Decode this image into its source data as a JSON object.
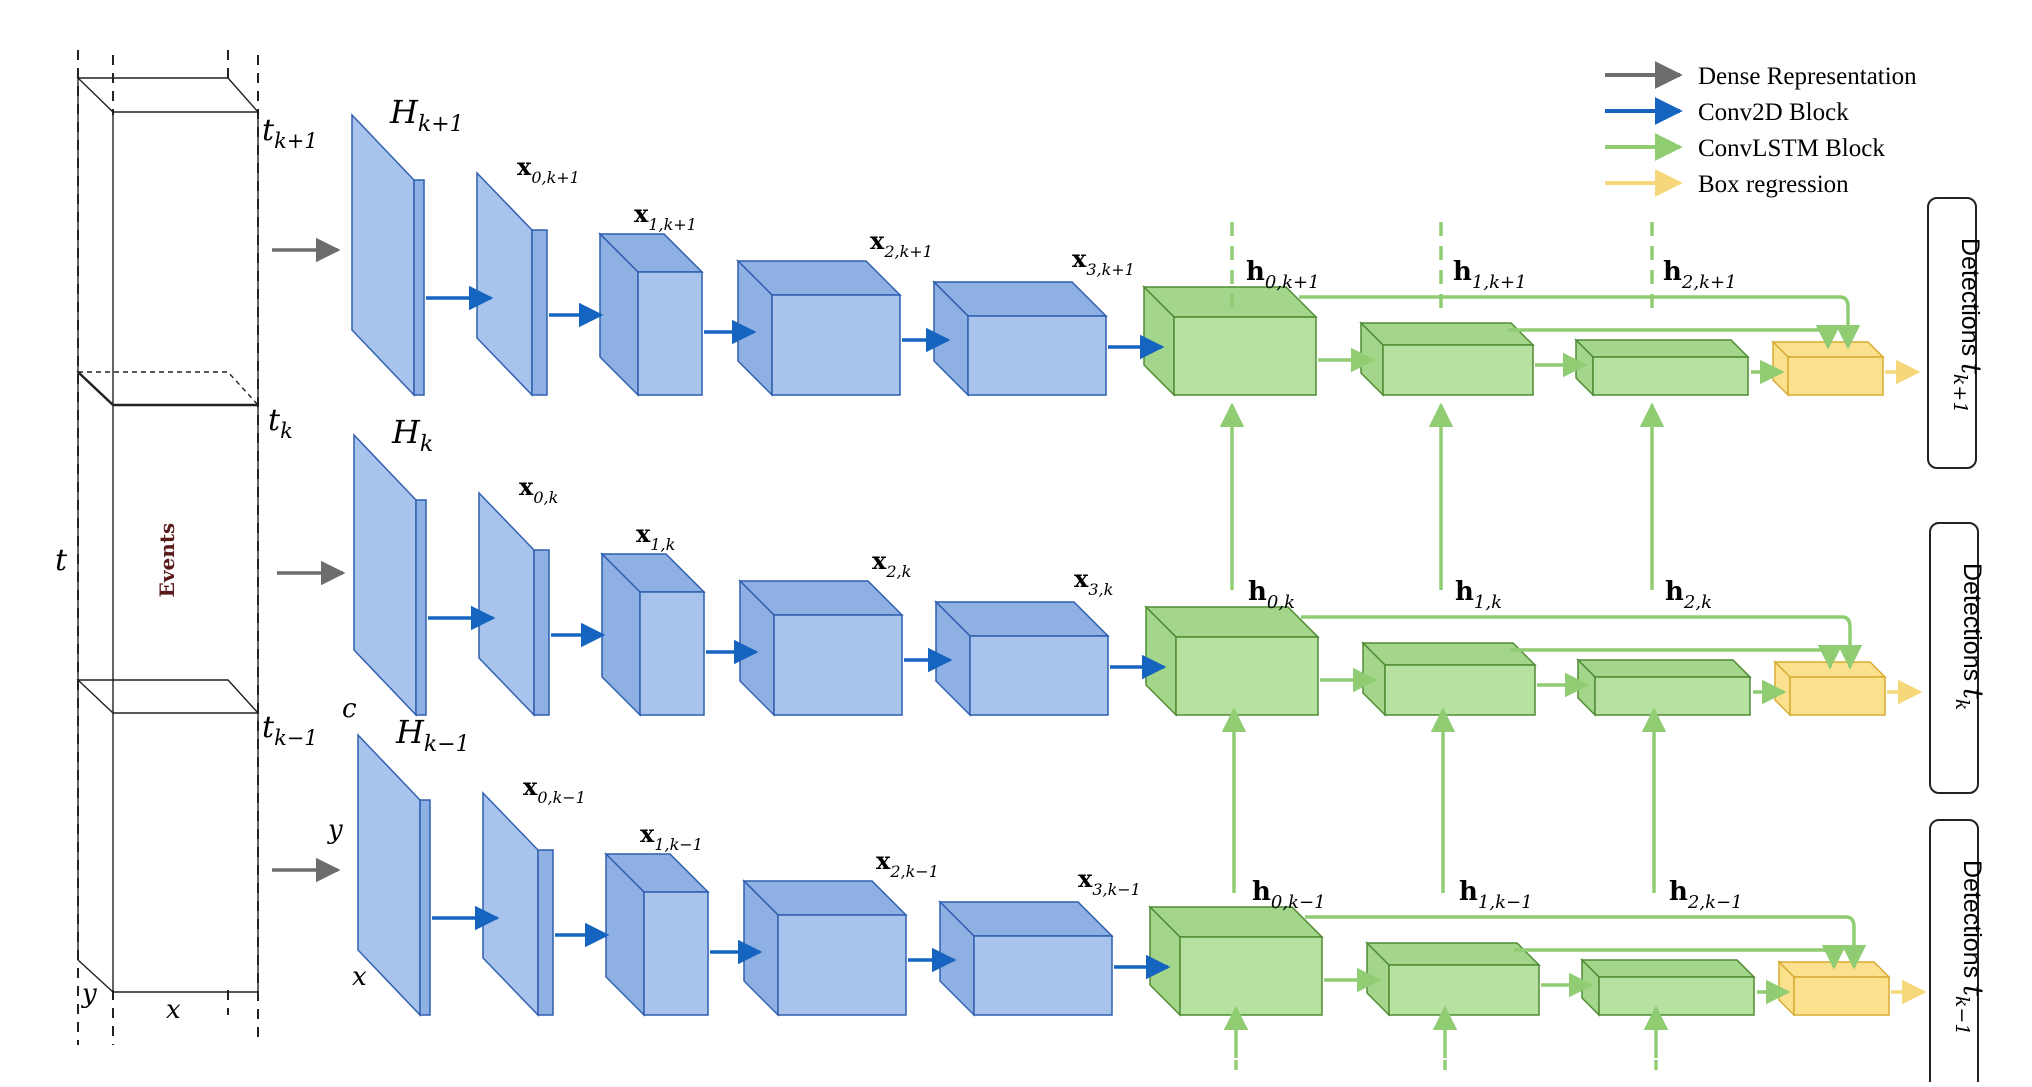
{
  "legend": {
    "items": [
      {
        "label": "Dense Representation",
        "color": "#6d6d6d"
      },
      {
        "label": "Conv2D Block",
        "color": "#1565c0"
      },
      {
        "label": "ConvLSTM Block",
        "color": "#8fcc72"
      },
      {
        "label": "Box regression",
        "color": "#f6d77a"
      }
    ]
  },
  "events": {
    "label": "Events",
    "t_axis": "t",
    "y_axis": "y",
    "x_axis": "x",
    "time_labels": {
      "top": "k+1",
      "mid": "k",
      "bot": "k−1"
    }
  },
  "rows": [
    {
      "H_sub": "k+1",
      "x_labels": [
        "0,k+1",
        "1,k+1",
        "2,k+1",
        "3,k+1"
      ],
      "h_labels": [
        "0,k+1",
        "1,k+1",
        "2,k+1"
      ],
      "det_label": "Detections",
      "det_sub": "k+1"
    },
    {
      "H_sub": "k",
      "x_labels": [
        "0,k",
        "1,k",
        "2,k",
        "3,k"
      ],
      "h_labels": [
        "0,k",
        "1,k",
        "2,k"
      ],
      "det_label": "Detections",
      "det_sub": "k"
    },
    {
      "H_sub": "k−1",
      "x_labels": [
        "0,k−1",
        "1,k−1",
        "2,k−1",
        "3,k−1"
      ],
      "h_labels": [
        "0,k−1",
        "1,k−1",
        "2,k−1"
      ],
      "det_label": "Detections",
      "det_sub": "k−1"
    }
  ],
  "input_axes": {
    "c": "c",
    "y": "y",
    "x": "x"
  },
  "colors": {
    "blue_front": "#a9c4ec",
    "blue_side": "#8fb0e2",
    "blue_edge": "#2f5fae",
    "green_front": "#b7e1a1",
    "green_side": "#a3d68a",
    "green_edge": "#4f8b33",
    "yellow_front": "#fbe08d",
    "yellow_edge": "#d8ac33",
    "gray_arrow": "#6d6d6d",
    "blue_arrow": "#1565c0",
    "green_arrow": "#8fcc72",
    "yellow_arrow": "#f6d77a"
  }
}
